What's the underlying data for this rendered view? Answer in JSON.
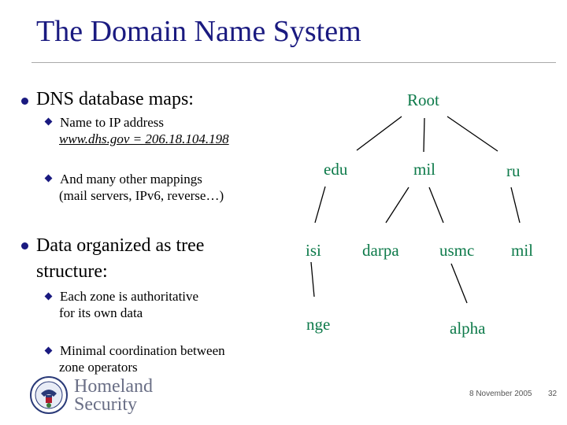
{
  "slide": {
    "title": "The Domain Name System",
    "bullets": [
      {
        "text": "DNS database maps:",
        "sub": [
          {
            "line1": "Name to IP address",
            "line2": "www.dhs.gov = 206.18.104.198"
          },
          {
            "line1": "And many other mappings",
            "line2": "(mail servers, IPv6, reverse…)"
          }
        ]
      },
      {
        "text_line1": "Data organized as tree",
        "text_line2": "structure:",
        "sub": [
          {
            "line1": "Each zone is authoritative",
            "line2": "for its own data"
          },
          {
            "line1": "Minimal coordination between",
            "line2": "zone operators"
          }
        ]
      }
    ]
  },
  "tree": {
    "node_color": "#0d7a4a",
    "nodes": {
      "root": "Root",
      "edu": "edu",
      "mil": "mil",
      "ru": "ru",
      "isi": "isi",
      "darpa": "darpa",
      "usmc": "usmc",
      "mil2": "mil",
      "nge": "nge",
      "alpha": "alpha"
    }
  },
  "footer": {
    "date": "8 November 2005",
    "page": "32"
  },
  "logo": {
    "line1": "Homeland",
    "line2": "Security",
    "seal_icon": "dhs-seal-icon"
  },
  "colors": {
    "title": "#1a1a80",
    "bullet": "#1a1a80",
    "edge": "#000000"
  }
}
